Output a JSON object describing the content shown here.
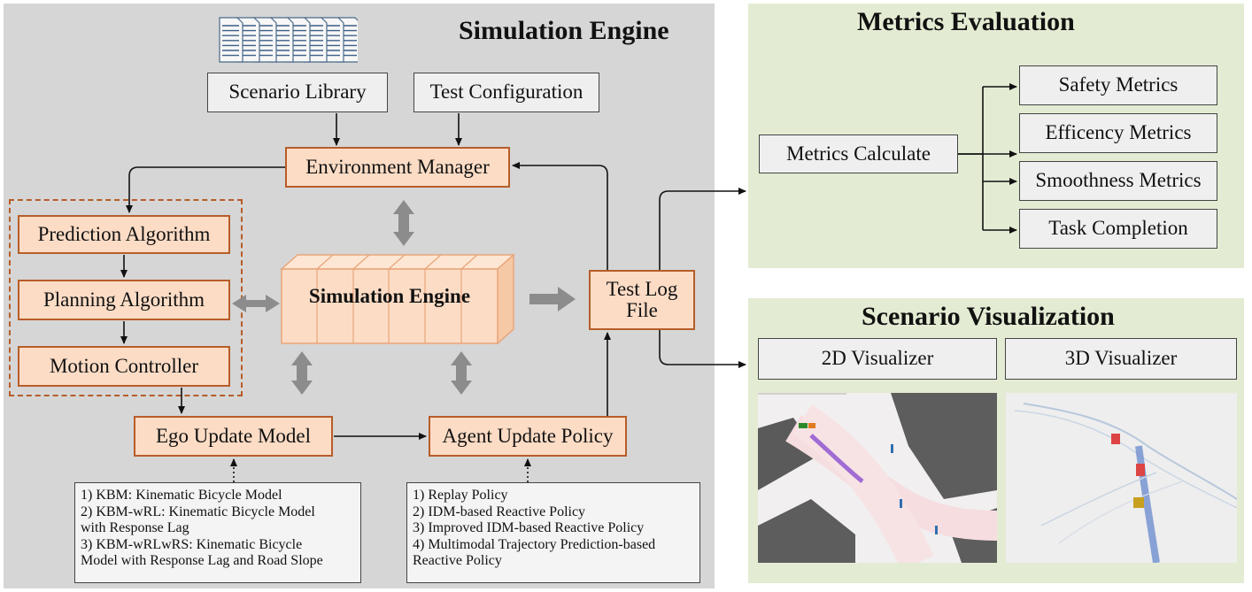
{
  "colors": {
    "engine_panel": "#d6d6d6",
    "green_panel": "#e3ecd3",
    "orange_fill": "#fcdcc5",
    "orange_border": "#b75d2a",
    "arrow": "#111111",
    "block_arrow": "#8c8c8c"
  },
  "engine_panel": {
    "title": "Simulation Engine"
  },
  "inputs": {
    "scenario_library": "Scenario Library",
    "test_configuration": "Test Configuration"
  },
  "environment_manager": "Environment Manager",
  "autonomy_stack": {
    "prediction": "Prediction Algorithm",
    "planning": "Planning Algorithm",
    "motion": "Motion Controller"
  },
  "sim_engine_block": "Simulation Engine",
  "test_log": {
    "line1": "Test Log",
    "line2": "File"
  },
  "ego_update": "Ego Update Model",
  "agent_update": "Agent Update Policy",
  "ego_notes": [
    "1) KBM: Kinematic Bicycle Model",
    "2) KBM-wRL: Kinematic Bicycle Model",
    "with Response Lag",
    "3) KBM-wRLwRS: Kinematic Bicycle",
    "Model with Response Lag and Road Slope"
  ],
  "agent_notes": [
    "1) Replay Policy",
    "2) IDM-based Reactive Policy",
    "3) Improved IDM-based Reactive Policy",
    "4) Multimodal Trajectory Prediction-based",
    "Reactive Policy"
  ],
  "metrics": {
    "title": "Metrics Evaluation",
    "calculate": "Metrics Calculate",
    "items": [
      "Safety Metrics",
      "Efficency Metrics",
      "Smoothness Metrics",
      "Task Completion"
    ]
  },
  "visualization": {
    "title": "Scenario Visualization",
    "v2d": "2D Visualizer",
    "v3d": "3D Visualizer"
  },
  "icons": {
    "documents": "document-stack-icon"
  }
}
